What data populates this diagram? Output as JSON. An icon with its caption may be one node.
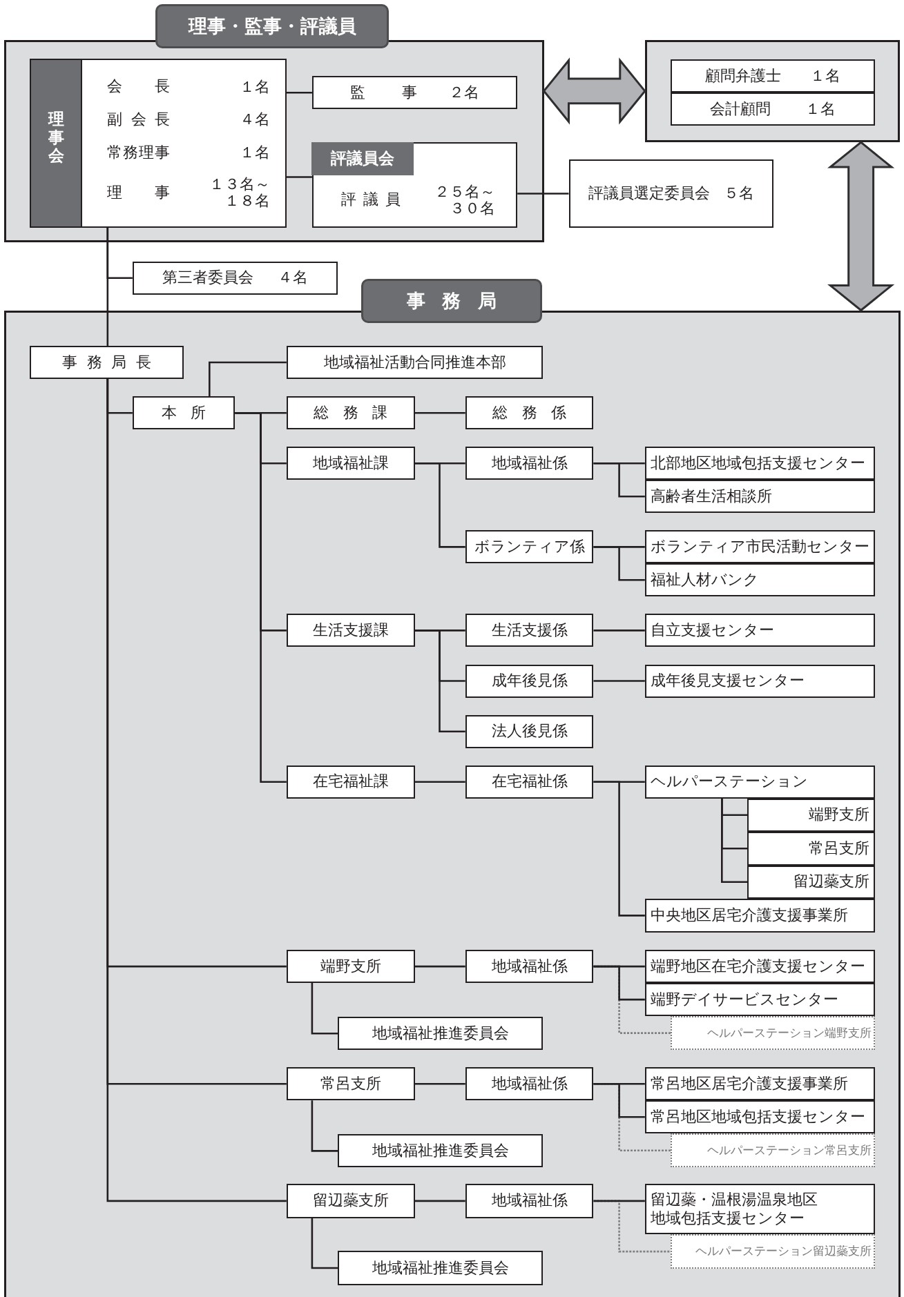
{
  "diagram": {
    "nodes": [
      {
        "text": [
          "理事・監事・評議員"
        ]
      },
      {
        "text": [
          "理事会",
          "会長",
          "１名",
          "副会長",
          "４名",
          "常務理事",
          "１名",
          "理事",
          "１３名～１８名"
        ],
        "in": 0
      },
      {
        "text": [
          "監事",
          "２名"
        ],
        "in": 0
      },
      {
        "text": [
          "評議員会",
          "評議員",
          "２５名～３０名"
        ],
        "in": 0
      },
      {
        "text": [
          "評議員選定委員会",
          "５名"
        ]
      },
      {
        "text": [],
        "shape": "box"
      },
      {
        "text": [
          "顧問弁護士",
          "１名"
        ],
        "in": 5
      },
      {
        "text": [
          "会計顧問",
          "１名"
        ],
        "in": 5
      },
      {
        "text": [
          "第三者委員会",
          "４名"
        ]
      },
      {
        "text": [
          "事務局"
        ]
      },
      {
        "text": [
          "事務局長"
        ],
        "in": 9
      },
      {
        "text": [
          "地域福祉活動合同推進本部"
        ],
        "in": 9
      },
      {
        "text": [
          "本所"
        ],
        "in": 9
      },
      {
        "text": [
          "総務課"
        ],
        "in": 9
      },
      {
        "text": [
          "総務係"
        ],
        "in": 9
      },
      {
        "text": [
          "地域福祉課"
        ],
        "in": 9
      },
      {
        "text": [
          "地域福祉係"
        ],
        "in": 9
      },
      {
        "text": [
          "北部地区地域包括支援センター"
        ],
        "in": 9
      },
      {
        "text": [
          "高齢者生活相談所"
        ],
        "in": 9
      },
      {
        "text": [
          "ボランティア係"
        ],
        "in": 9
      },
      {
        "text": [
          "ボランティア市民活動センター"
        ],
        "in": 9
      },
      {
        "text": [
          "福祉人材バンク"
        ],
        "in": 9
      },
      {
        "text": [
          "生活支援課"
        ],
        "in": 9
      },
      {
        "text": [
          "生活支援係"
        ],
        "in": 9
      },
      {
        "text": [
          "自立支援センター"
        ],
        "in": 9
      },
      {
        "text": [
          "成年後見係"
        ],
        "in": 9
      },
      {
        "text": [
          "成年後見支援センター"
        ],
        "in": 9
      },
      {
        "text": [
          "法人後見係"
        ],
        "in": 9
      },
      {
        "text": [
          "在宅福祉課"
        ],
        "in": 9
      },
      {
        "text": [
          "在宅福祉係"
        ],
        "in": 9
      },
      {
        "text": [
          "ヘルパーステーション"
        ],
        "in": 9
      },
      {
        "text": [
          "端野支所"
        ],
        "in": 9
      },
      {
        "text": [
          "常呂支所"
        ],
        "in": 9
      },
      {
        "text": [
          "留辺蘂支所"
        ],
        "in": 9
      },
      {
        "text": [
          "中央地区居宅介護支援事業所"
        ],
        "in": 9
      },
      {
        "text": [
          "端野支所"
        ],
        "in": 9
      },
      {
        "text": [
          "地域福祉係"
        ],
        "in": 9
      },
      {
        "text": [
          "端野地区在宅介護支援センター"
        ],
        "in": 9
      },
      {
        "text": [
          "端野デイサービスセンター"
        ],
        "in": 9
      },
      {
        "text": [
          "ヘルパーステーション端野支所"
        ],
        "in": 9
      },
      {
        "text": [
          "地域福祉推進委員会"
        ],
        "in": 9
      },
      {
        "text": [
          "常呂支所"
        ],
        "in": 9
      },
      {
        "text": [
          "地域福祉係"
        ],
        "in": 9
      },
      {
        "text": [
          "常呂地区居宅介護支援事業所"
        ],
        "in": 9
      },
      {
        "text": [
          "常呂地区地域包括支援センター"
        ],
        "in": 9
      },
      {
        "text": [
          "ヘルパーステーション常呂支所"
        ],
        "in": 9
      },
      {
        "text": [
          "地域福祉推進委員会"
        ],
        "in": 9
      },
      {
        "text": [
          "留辺蘂支所"
        ],
        "in": 9
      },
      {
        "text": [
          "地域福祉係"
        ],
        "in": 9
      },
      {
        "text": [
          "留辺蘂・温根湯温泉地区地域包括支援センター"
        ],
        "in": 9
      },
      {
        "text": [
          "ヘルパーステーション留辺蘂支所"
        ],
        "in": 9
      },
      {
        "text": [
          "地域福祉推進委員会"
        ],
        "in": 9
      }
    ],
    "edges": [
      {
        "from": 1,
        "to": 2,
        "arrow": "none"
      },
      {
        "from": 1,
        "to": 3,
        "arrow": "none"
      },
      {
        "from": 3,
        "to": 4,
        "arrow": "none"
      },
      {
        "from": 0,
        "to": 5,
        "arrow": "both",
        "style": "thick",
        "color": "#b2b3b6"
      },
      {
        "from": 5,
        "to": 9,
        "arrow": "both",
        "style": "thick",
        "color": "#b2b3b6"
      },
      {
        "from": 1,
        "to": 8,
        "arrow": "none"
      },
      {
        "from": 1,
        "to": 10,
        "arrow": "none"
      },
      {
        "from": 10,
        "to": 12,
        "arrow": "none"
      },
      {
        "from": 12,
        "to": 11,
        "arrow": "none"
      },
      {
        "from": 12,
        "to": 13,
        "arrow": "none"
      },
      {
        "from": 12,
        "to": 15,
        "arrow": "none"
      },
      {
        "from": 12,
        "to": 22,
        "arrow": "none"
      },
      {
        "from": 12,
        "to": 28,
        "arrow": "none"
      },
      {
        "from": 13,
        "to": 14,
        "arrow": "none"
      },
      {
        "from": 15,
        "to": 16,
        "arrow": "none"
      },
      {
        "from": 15,
        "to": 19,
        "arrow": "none"
      },
      {
        "from": 16,
        "to": 17,
        "arrow": "none"
      },
      {
        "from": 16,
        "to": 18,
        "arrow": "none"
      },
      {
        "from": 19,
        "to": 20,
        "arrow": "none"
      },
      {
        "from": 19,
        "to": 21,
        "arrow": "none"
      },
      {
        "from": 22,
        "to": 23,
        "arrow": "none"
      },
      {
        "from": 22,
        "to": 25,
        "arrow": "none"
      },
      {
        "from": 22,
        "to": 27,
        "arrow": "none"
      },
      {
        "from": 23,
        "to": 24,
        "arrow": "none"
      },
      {
        "from": 25,
        "to": 26,
        "arrow": "none"
      },
      {
        "from": 28,
        "to": 29,
        "arrow": "none"
      },
      {
        "from": 29,
        "to": 30,
        "arrow": "none"
      },
      {
        "from": 29,
        "to": 34,
        "arrow": "none"
      },
      {
        "from": 30,
        "to": 31,
        "arrow": "none"
      },
      {
        "from": 30,
        "to": 32,
        "arrow": "none"
      },
      {
        "from": 30,
        "to": 33,
        "arrow": "none"
      },
      {
        "from": 10,
        "to": 35,
        "arrow": "none"
      },
      {
        "from": 35,
        "to": 36,
        "arrow": "none"
      },
      {
        "from": 35,
        "to": 40,
        "arrow": "none"
      },
      {
        "from": 36,
        "to": 37,
        "arrow": "none"
      },
      {
        "from": 36,
        "to": 38,
        "arrow": "none"
      },
      {
        "from": 36,
        "to": 39,
        "arrow": "none",
        "style": "dashed",
        "color": "#808080"
      },
      {
        "from": 10,
        "to": 41,
        "arrow": "none"
      },
      {
        "from": 41,
        "to": 42,
        "arrow": "none"
      },
      {
        "from": 41,
        "to": 46,
        "arrow": "none"
      },
      {
        "from": 42,
        "to": 43,
        "arrow": "none"
      },
      {
        "from": 42,
        "to": 44,
        "arrow": "none"
      },
      {
        "from": 42,
        "to": 45,
        "arrow": "none",
        "style": "dashed",
        "color": "#808080"
      },
      {
        "from": 10,
        "to": 47,
        "arrow": "none"
      },
      {
        "from": 47,
        "to": 48,
        "arrow": "none"
      },
      {
        "from": 47,
        "to": 51,
        "arrow": "none"
      },
      {
        "from": 48,
        "to": 49,
        "arrow": "none"
      },
      {
        "from": 48,
        "to": 50,
        "arrow": "none",
        "style": "dashed",
        "color": "#808080"
      }
    ]
  }
}
